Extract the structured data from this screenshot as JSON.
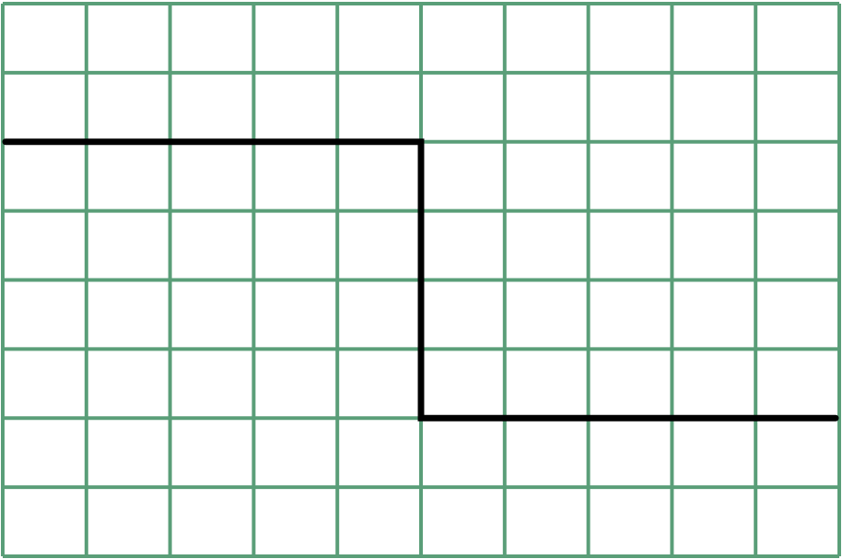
{
  "grid": {
    "columns": 10,
    "rows": 8,
    "line_color": "#5a9e78",
    "background_color": "#ffffff"
  },
  "path": {
    "color": "#000000",
    "description_vertices_in_cells": [
      [
        0,
        2
      ],
      [
        5,
        2
      ],
      [
        5,
        6
      ],
      [
        10,
        6
      ]
    ]
  }
}
